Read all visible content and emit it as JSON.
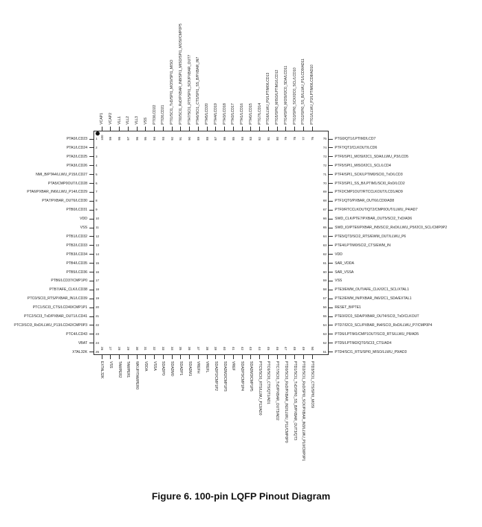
{
  "caption": "Figure 6. 100-pin LQFP Pinout Diagram",
  "pins_left": [
    {
      "num": "1",
      "name": "PTA0/LCD23"
    },
    {
      "num": "2",
      "name": "PTA1/LCD24"
    },
    {
      "num": "3",
      "name": "PTA2/LCD25"
    },
    {
      "num": "4",
      "name": "PTA3/LCD26"
    },
    {
      "num": "5",
      "name": "NMI_B/PTA4/LLWU_P15/LCD27"
    },
    {
      "num": "6",
      "name": "PTA5/CMP0OUT/LCD28"
    },
    {
      "num": "7",
      "name": "PTA6/PXBAR_IN6/LLWU_P14/LCD29"
    },
    {
      "num": "8",
      "name": "PTA7/PXBAR_OUT6/LCD30"
    },
    {
      "num": "9",
      "name": "PTB0/LCD31"
    },
    {
      "num": "10",
      "name": "VDD"
    },
    {
      "num": "11",
      "name": "VSS"
    },
    {
      "num": "12",
      "name": "PTB1/LCD32"
    },
    {
      "num": "13",
      "name": "PTB2/LCD33"
    },
    {
      "num": "14",
      "name": "PTB3/LCD34"
    },
    {
      "num": "15",
      "name": "PTB4/LCD35"
    },
    {
      "num": "16",
      "name": "PTB5/LCD36"
    },
    {
      "num": "17",
      "name": "PTB6/LCD37/CMP1P0"
    },
    {
      "num": "18",
      "name": "PTB7/AFE_CLK/LCD38"
    },
    {
      "num": "19",
      "name": "PTC0/SCI3_RTS/PXBAR_IN1/LCD39"
    },
    {
      "num": "20",
      "name": "PTC1/SCI3_CTS/LCD40/CMP1P1"
    },
    {
      "num": "21",
      "name": "PTC2/SCI3_TxD/PXBAR_OUT1/LCD41"
    },
    {
      "num": "22",
      "name": "PTC3/SCI3_RxD/LLWU_P13/LCD42/CMP0P3"
    },
    {
      "num": "23",
      "name": "PTC4/LCD43"
    },
    {
      "num": "24",
      "name": "VBAT"
    },
    {
      "num": "25",
      "name": "XTAL32K"
    }
  ],
  "pins_bottom": [
    {
      "num": "26",
      "name": "EXTAL32K"
    },
    {
      "num": "27",
      "name": "VSS"
    },
    {
      "num": "28",
      "name": "TAMPER2"
    },
    {
      "num": "29",
      "name": "TAMPER1"
    },
    {
      "num": "30",
      "name": "WKUP/TAMPER0"
    },
    {
      "num": "31",
      "name": "VDDA"
    },
    {
      "num": "32",
      "name": "VSSA"
    },
    {
      "num": "33",
      "name": "SDADP0"
    },
    {
      "num": "34",
      "name": "SDADM0"
    },
    {
      "num": "35",
      "name": "SDADP1"
    },
    {
      "num": "36",
      "name": "SDADM1"
    },
    {
      "num": "37",
      "name": "VREFH"
    },
    {
      "num": "38",
      "name": "VREFL"
    },
    {
      "num": "39",
      "name": "SDADP2/CMP1P2"
    },
    {
      "num": "40",
      "name": "SDADM2/CMP1P3"
    },
    {
      "num": "41",
      "name": "VREF"
    },
    {
      "num": "42",
      "name": "SDADP3/CMP1P4"
    },
    {
      "num": "43",
      "name": "SDADM3/CMP1P5"
    },
    {
      "num": "44",
      "name": "PTC5/SCI0_RTS/LLWU_P12/AD0"
    },
    {
      "num": "45",
      "name": "PTC6/SCI0_CTS/QT1/AD1"
    },
    {
      "num": "46",
      "name": "PTC7/SCI0_TxD/PXBAR_OUT3/AD2"
    },
    {
      "num": "47",
      "name": "PTD0/SCI0_RxD/PXBAR_IN2/LLWU_P11/CMP0P0"
    },
    {
      "num": "48",
      "name": "PTD1/SCI1_TxD/SPI0_SS_B/PXBAR_OUT3/QT3"
    },
    {
      "num": "49",
      "name": "PTD2/SCI1_RxD/SPI0_SCK/PXBAR_IN3/LLWU_P10/CMP0P1"
    },
    {
      "num": "50",
      "name": "PTD3/SCI1_CTS/SPI0_MOSI"
    }
  ],
  "pins_right": [
    {
      "num": "75",
      "name": "PTG0/QT1/LPTIM2/LCD7"
    },
    {
      "num": "74",
      "name": "PTF7/QT2/CLKOUT/LCD6"
    },
    {
      "num": "73",
      "name": "PTF6/SPI1_MOSI/I2C1_SDA/LLWU_P3/LCD5"
    },
    {
      "num": "72",
      "name": "PTF5/SPI1_MISO/I2C1_SCL/LCD4"
    },
    {
      "num": "71",
      "name": "PTF4/SPI1_SCK/LPTIM0/SCI0_TxD/LCD3"
    },
    {
      "num": "70",
      "name": "PTF3/SPI1_SS_B/LPTIM1/SCI0_RxD/LCD2"
    },
    {
      "num": "69",
      "name": "PTF2/CMP1OUT/RTCCLKOUT/LCD1/AD9"
    },
    {
      "num": "68",
      "name": "PTF1/QT0/PXBAR_OUT6/LCD0/AD8"
    },
    {
      "num": "67",
      "name": "PTF0/RTCCLKOUT/QT2/CMP0OUT/LLWU_P4/AD7"
    },
    {
      "num": "66",
      "name": "SWD_CLK/PTE7/PXBAR_OUT5/SCI2_TxD/AD6"
    },
    {
      "num": "65",
      "name": "SWD_IO/PTE6/PXBAR_IN5/SCI2_RxD/LLWU_P5/I2C0_SCL/CMP0P2"
    },
    {
      "num": "64",
      "name": "PTE5/QT3/SCI2_RTS/EWM_OUT/LLWU_P6"
    },
    {
      "num": "63",
      "name": "PTE4/LPTIM0/SCI2_CTS/EWM_IN"
    },
    {
      "num": "62",
      "name": "VDD"
    },
    {
      "num": "61",
      "name": "SAR_VDDA"
    },
    {
      "num": "60",
      "name": "SAR_VSSA"
    },
    {
      "num": "59",
      "name": "VSS"
    },
    {
      "num": "58",
      "name": "PTE3/EWM_OUT/AFE_CLK/I2C1_SCL/XTAL1"
    },
    {
      "num": "57",
      "name": "PTE2/EWM_IN/PXBAR_IN6/I2C1_SDA/EXTAL1"
    },
    {
      "num": "56",
      "name": "RESET_B/PTE1"
    },
    {
      "num": "55",
      "name": "PTE0/I2C0_SDA/PXBAR_OUT4/SCI3_TxD/CLKOUT"
    },
    {
      "num": "54",
      "name": "PTD7/I2C0_SCL/PXBAR_IN4/SCI3_RxD/LLWU_P7/CMP0P4"
    },
    {
      "num": "53",
      "name": "PTD6/LPTIM1/CMP1OUT/SCI3_RTS/LLWU_P8/AD5"
    },
    {
      "num": "52",
      "name": "PTD5/LPTIM2/QT0/SCI3_CTS/AD4"
    },
    {
      "num": "51",
      "name": "PTD4/SCI1_RTS/SPI0_MISO/LLWU_P9/AD3"
    }
  ],
  "pins_top": [
    {
      "num": "100",
      "name": "VCAP1"
    },
    {
      "num": "99",
      "name": "VCAP2"
    },
    {
      "num": "98",
      "name": "VLL1"
    },
    {
      "num": "97",
      "name": "VLL2"
    },
    {
      "num": "96",
      "name": "VLL3"
    },
    {
      "num": "95",
      "name": "VSS"
    },
    {
      "num": "94",
      "name": "PTI3/LCD22"
    },
    {
      "num": "93",
      "name": "PTI2/LCD21"
    },
    {
      "num": "92",
      "name": "PTI1/SCI1_TxD/SPI1_MOSI/SPI1_MISO"
    },
    {
      "num": "91",
      "name": "PTI0/SCI1_RxD/PXBAR_IN8/SPI1_MISO/SPI1_MOSI/CMP0P5"
    },
    {
      "num": "90",
      "name": "PTH7/SCI1_RTS/SPI1_SCK/PXBAR_OUT7"
    },
    {
      "num": "89",
      "name": "PTH6/SCI1_CTS/SPI1_SS_B/PXBAR_IN7"
    },
    {
      "num": "88",
      "name": "PTH5/LCD20"
    },
    {
      "num": "87",
      "name": "PTH4/LCD19"
    },
    {
      "num": "86",
      "name": "PTH3/LCD18"
    },
    {
      "num": "85",
      "name": "PTH2/LCD17"
    },
    {
      "num": "84",
      "name": "PTH1/LCD16"
    },
    {
      "num": "83",
      "name": "PTH0/LCD15"
    },
    {
      "num": "82",
      "name": "PTG7/LCD14"
    },
    {
      "num": "81",
      "name": "PTG6/LLWU_P0/LPTIM0/LCD13"
    },
    {
      "num": "80",
      "name": "PTG5/SPI0_MISO/LPTIM1/LCD12"
    },
    {
      "num": "79",
      "name": "PTG4/SPI0_MOSI/I2C0_SDA/LCD11"
    },
    {
      "num": "78",
      "name": "PTG3/SPI0_SCK/I2C0_SCL/LCD10"
    },
    {
      "num": "77",
      "name": "PTG2/SPI0_SS_B/LLWU_P1/LCD9/AD11"
    },
    {
      "num": "76",
      "name": "PTG1/LLWU_P2/LPTIM0/LCD8/AD10"
    }
  ]
}
